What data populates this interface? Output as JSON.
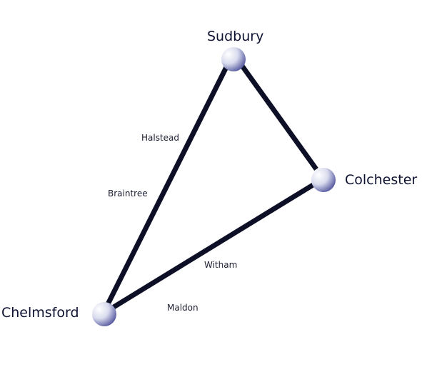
{
  "towns": {
    "sudbury": "Sudbury",
    "colchester": "Colchester",
    "chelmsford": "Chelmsford"
  },
  "intermediate_towns": {
    "halstead": "Halstead",
    "braintree": "Braintree",
    "witham": "Witham",
    "maldon": "Maldon"
  },
  "colors": {
    "edge": "#0c0f26",
    "node_light": "#ffffff",
    "node_dark": "#3c3f8f",
    "text": "#0d1230"
  }
}
